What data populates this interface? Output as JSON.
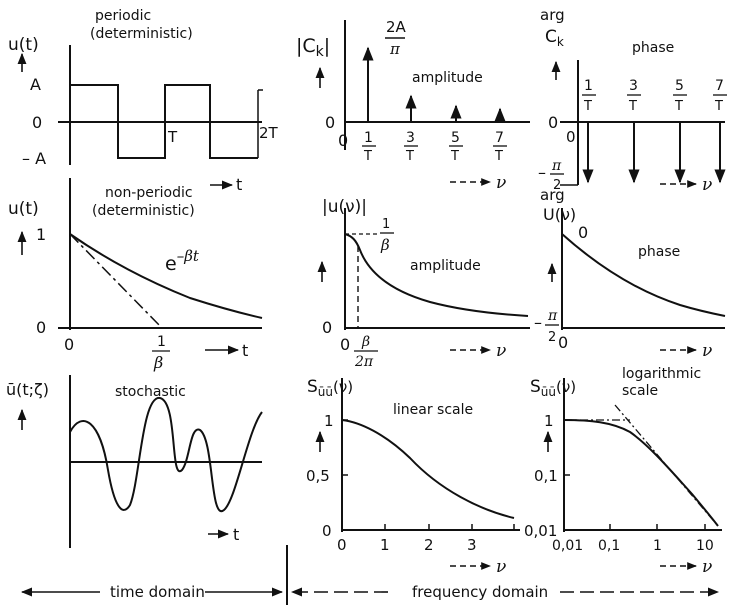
{
  "row1": {
    "left": {
      "ylabel": "u(t)",
      "title": "periodic",
      "subtitle": "(deterministic)",
      "A": "A",
      "zero": "0",
      "minusA": "– A",
      "T": "T",
      "twoT": "2T",
      "t": "t"
    },
    "mid": {
      "ylabel": "|C",
      "ylabel_sub": "k",
      "ylabel_end": "|",
      "peak_num": "2A",
      "peak_den": "π",
      "title": "amplitude",
      "zero_y": "0",
      "zero_x": "0",
      "ticks": [
        {
          "num": "1",
          "den": "T"
        },
        {
          "num": "3",
          "den": "T"
        },
        {
          "num": "5",
          "den": "T"
        },
        {
          "num": "7",
          "den": "T"
        }
      ],
      "nu": "ν"
    },
    "right": {
      "ylabel": "arg",
      "ylabel2": "C",
      "ylabel2_sub": "k",
      "title": "phase",
      "zero_y": "0",
      "zero_x": "0",
      "ticks": [
        {
          "num": "1",
          "den": "T"
        },
        {
          "num": "3",
          "den": "T"
        },
        {
          "num": "5",
          "den": "T"
        },
        {
          "num": "7",
          "den": "T"
        }
      ],
      "neg_half_pi_num": "π",
      "neg_half_pi_den": "2",
      "minus": "–",
      "nu": "ν"
    }
  },
  "row2": {
    "left": {
      "ylabel": "u(t)",
      "title": "non-periodic",
      "subtitle": "(deterministic)",
      "one": "1",
      "zero_y": "0",
      "zero_x": "0",
      "formula_base": "e",
      "formula_exp": "–βt",
      "beta_num": "1",
      "beta_den": "β",
      "t": "t"
    },
    "mid": {
      "ylabel": "|u(ν)|",
      "title": "amplitude",
      "level_num": "1",
      "level_den": "β",
      "zero_y": "0",
      "zero_x": "0",
      "cut_num": "β",
      "cut_den": "2π",
      "nu": "ν"
    },
    "right": {
      "ylabel": "arg",
      "ylabel2": "U(ν)",
      "title": "phase",
      "zero_top": "0",
      "zero_x": "0",
      "neg_half_pi_num": "π",
      "neg_half_pi_den": "2",
      "minus": "–",
      "nu": "ν"
    }
  },
  "row3": {
    "left": {
      "ylabel": "ū(t;ζ)",
      "title": "stochastic",
      "t": "t"
    },
    "mid": {
      "ylabel_base": "S",
      "ylabel_sub": "ūū",
      "ylabel_end": "(ν)",
      "title": "linear scale",
      "yticks": [
        "1",
        "0,5",
        "0"
      ],
      "xticks": [
        "0",
        "1",
        "2",
        "3"
      ],
      "nu": "ν"
    },
    "right": {
      "ylabel_base": "S",
      "ylabel_sub": "ūū",
      "ylabel_end": "(ν)",
      "title": "logarithmic",
      "title2": "scale",
      "yticks": [
        "1",
        "0,1",
        "0,01"
      ],
      "xticks": [
        "0,01",
        "0,1",
        "1",
        "10"
      ],
      "nu": "ν"
    }
  },
  "footer": {
    "time_domain": "time domain",
    "frequency_domain": "frequency domain"
  }
}
